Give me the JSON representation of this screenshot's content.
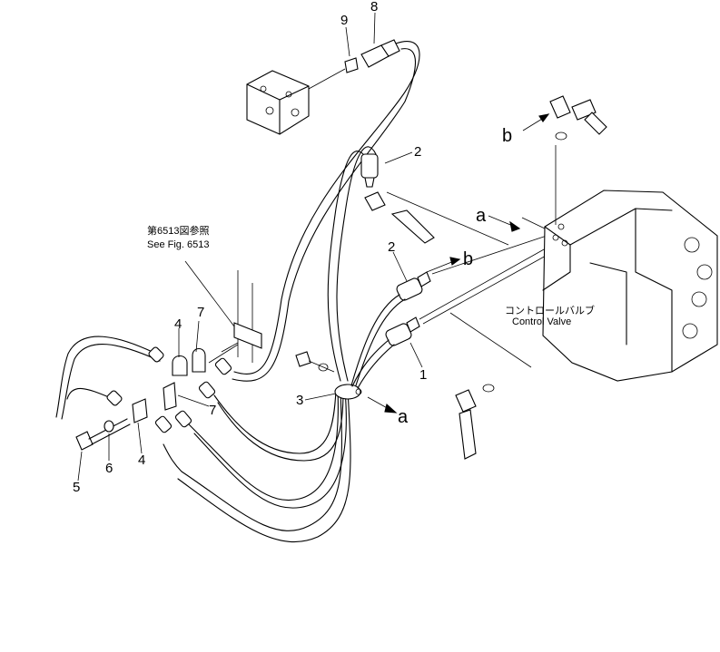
{
  "diagram": {
    "callouts": {
      "n9": "9",
      "n8": "8",
      "n2_top": "2",
      "n2_mid": "2",
      "n1": "1",
      "n3": "3",
      "n7_top": "7",
      "n7_bot": "7",
      "n4_top": "4",
      "n4_bot": "4",
      "n5": "5",
      "n6": "6",
      "a_top": "a",
      "a_bot": "a",
      "b_top": "b",
      "b_mid": "b"
    },
    "reference_jp": "第6513図参照",
    "reference_en": "See Fig. 6513",
    "valve_jp": "コントロールバルブ",
    "valve_en": "Control Valve"
  }
}
